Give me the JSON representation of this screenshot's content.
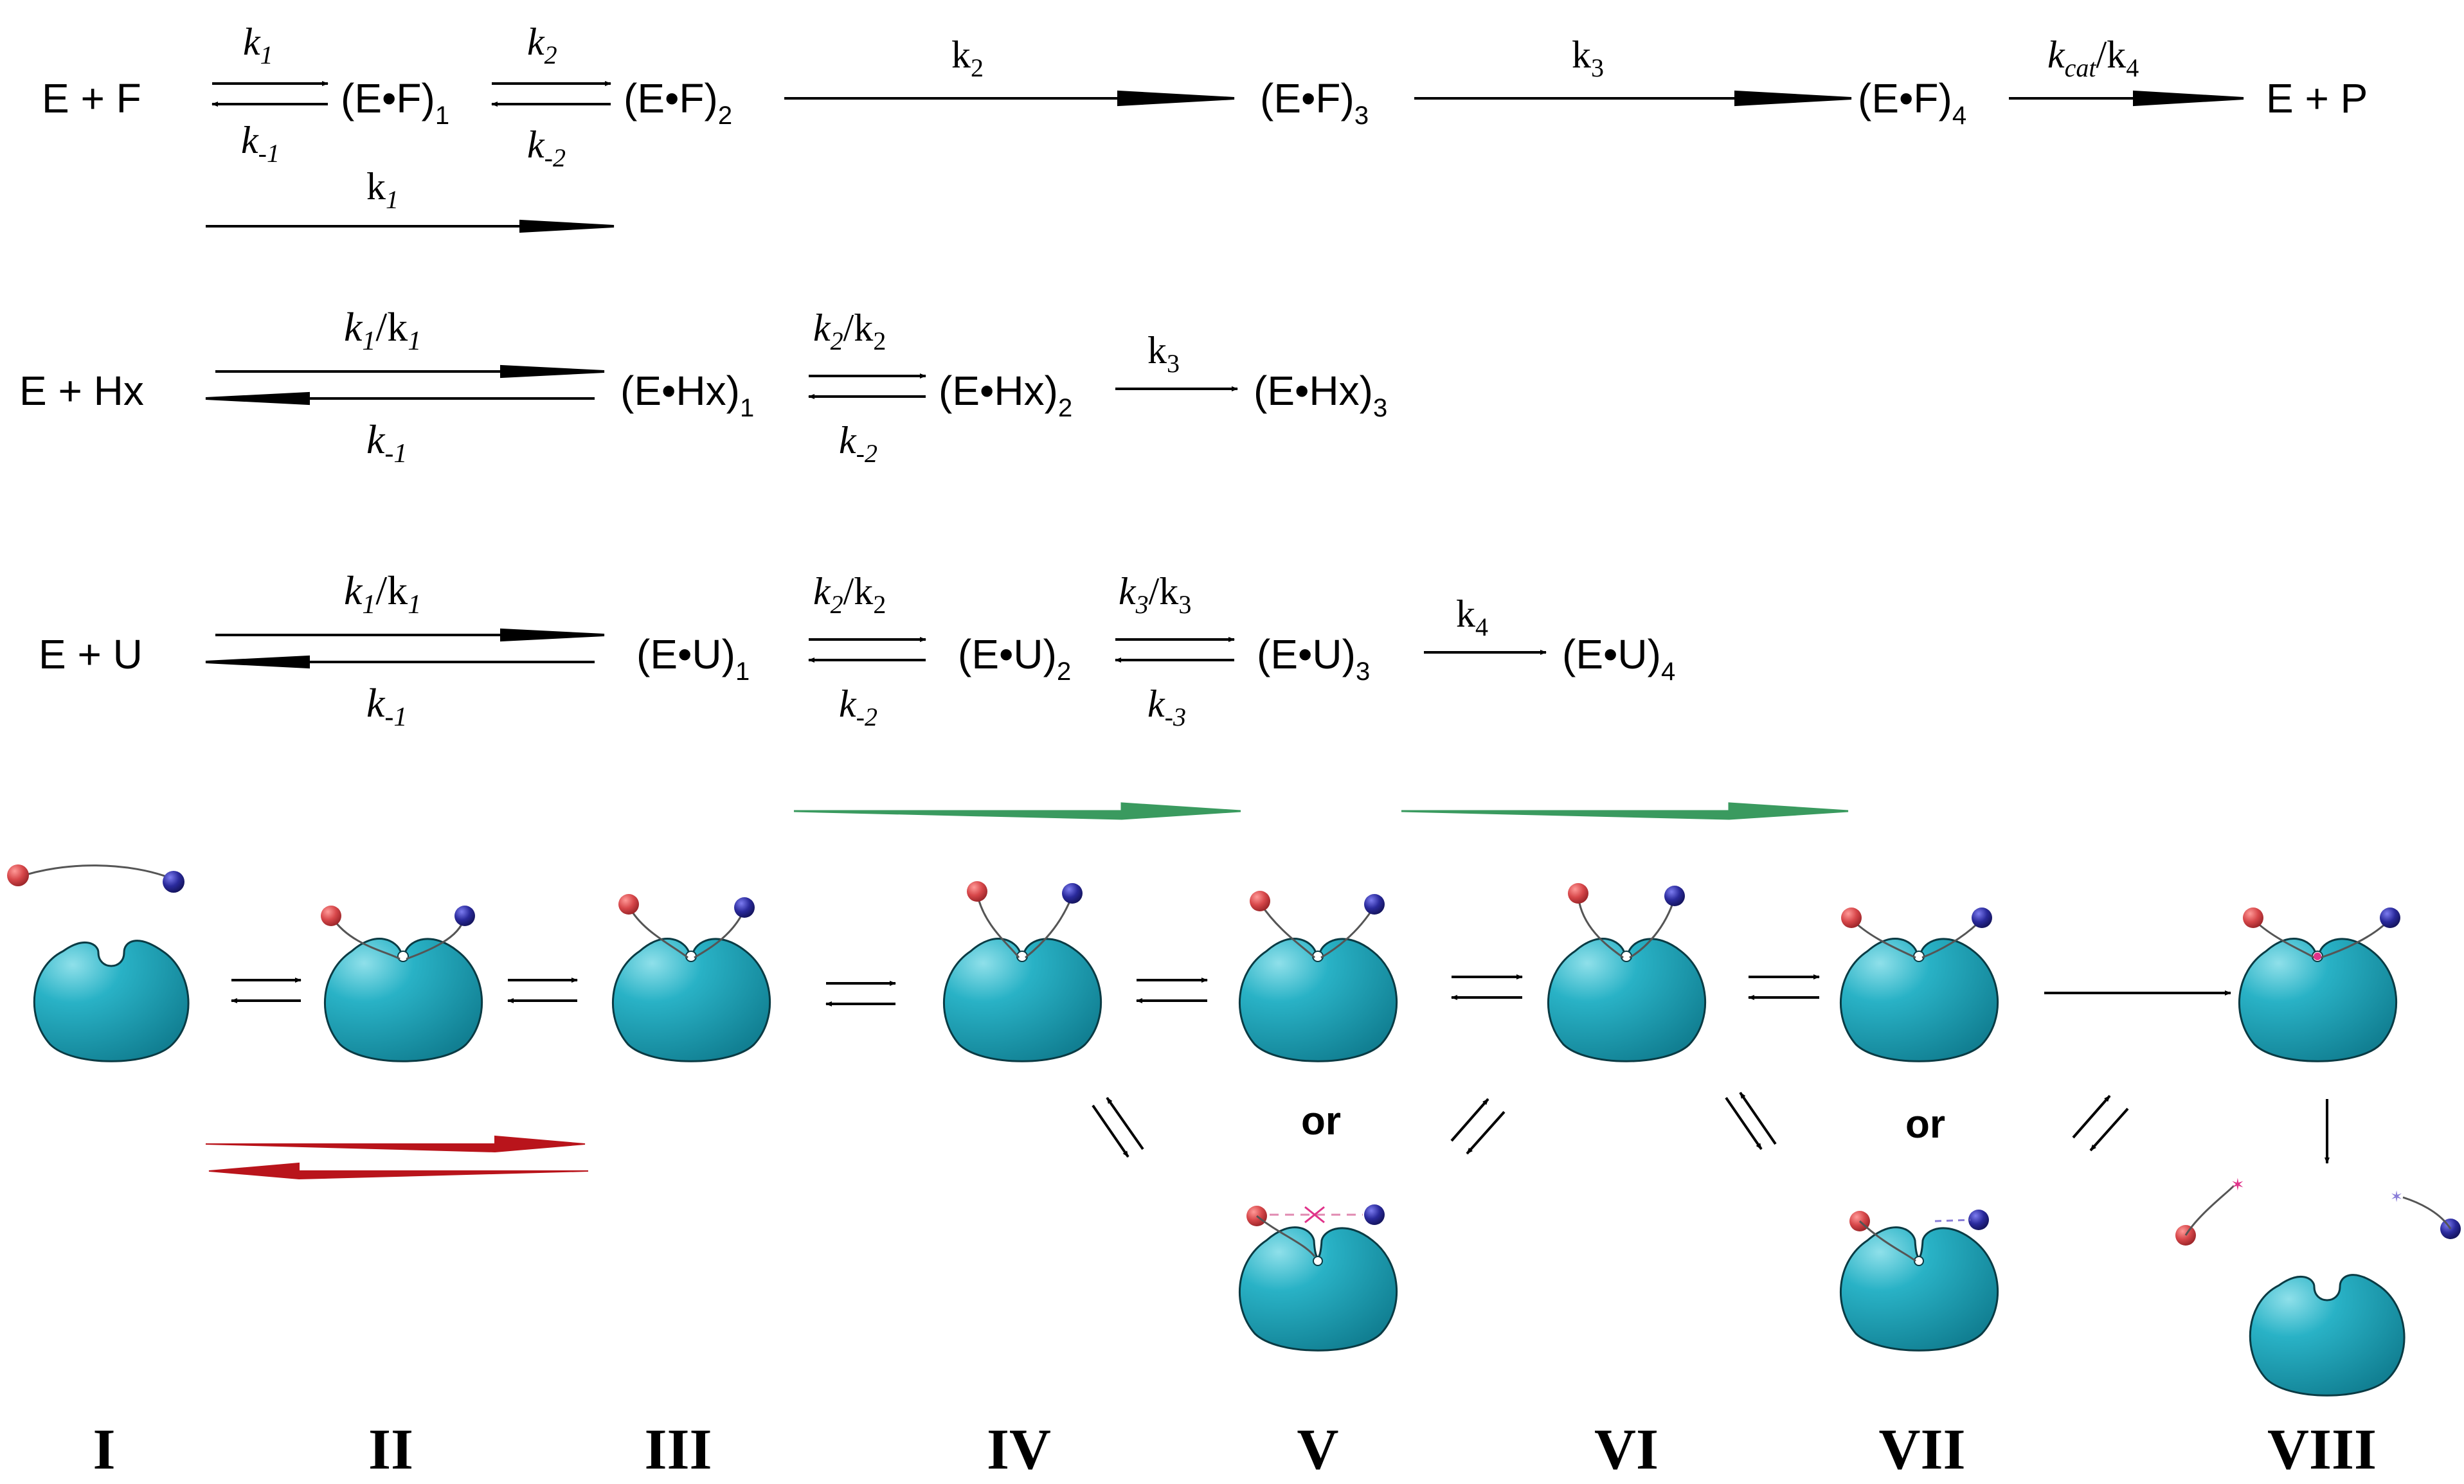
{
  "colors": {
    "enzyme_fill": "#1a9fb4",
    "enzyme_stroke": "#0a3b44",
    "red_bead": "#d7474a",
    "blue_bead": "#2a2a9c",
    "green_arrow": "#3a9a5f",
    "red_arrow": "#b9141b",
    "black": "#000000",
    "pink_marker": "#e0338a"
  },
  "scheme_F": {
    "start": "E + F",
    "s1": "(E•F)",
    "s1_sub": "1",
    "s2": "(E•F)",
    "s2_sub": "2",
    "s3": "(E•F)",
    "s3_sub": "3",
    "s4": "(E•F)",
    "s4_sub": "4",
    "end": "E + P",
    "k1_fwd": "k",
    "k1_fwd_sub": "1",
    "k1_rev": "k",
    "k1_rev_sub": "-1",
    "k2_fwd": "k",
    "k2_fwd_sub": "2",
    "k2_rev": "k",
    "k2_rev_sub": "-2",
    "k2_long": "k",
    "k2_long_sub": "2",
    "k3_long": "k",
    "k3_long_sub": "3",
    "kcat_k": "k",
    "kcat_sub": "cat",
    "kcat_slash": "/k",
    "kcat_k4_sub": "4",
    "k1_under": "k",
    "k1_under_sub": "1"
  },
  "scheme_Hx": {
    "start": "E + Hx",
    "s1": "(E•Hx)",
    "s1_sub": "1",
    "s2": "(E•Hx)",
    "s2_sub": "2",
    "s3": "(E•Hx)",
    "s3_sub": "3",
    "k1_a": "k",
    "k1_a_sub": "1",
    "k1_slash": "/k",
    "k1_b_sub": "1",
    "km1": "k",
    "km1_sub": "-1",
    "k2_a": "k",
    "k2_a_sub": "2",
    "k2_slash": "/k",
    "k2_b_sub": "2",
    "km2": "k",
    "km2_sub": "-2",
    "k3": "k",
    "k3_sub": "3"
  },
  "scheme_U": {
    "start": "E + U",
    "s1": "(E•U)",
    "s1_sub": "1",
    "s2": "(E•U)",
    "s2_sub": "2",
    "s3": "(E•U)",
    "s3_sub": "3",
    "s4": "(E•U)",
    "s4_sub": "4",
    "k1_a": "k",
    "k1_a_sub": "1",
    "k1_slash": "/k",
    "k1_b_sub": "1",
    "km1": "k",
    "km1_sub": "-1",
    "k2_a": "k",
    "k2_a_sub": "2",
    "k2_slash": "/k",
    "k2_b_sub": "2",
    "km2": "k",
    "km2_sub": "-2",
    "k3_a": "k",
    "k3_a_sub": "3",
    "k3_slash": "/k",
    "k3_b_sub": "3",
    "km3": "k",
    "km3_sub": "-3",
    "k4": "k",
    "k4_sub": "4"
  },
  "or_labels": [
    "or",
    "or"
  ],
  "states": [
    "I",
    "II",
    "III",
    "IV",
    "V",
    "VI",
    "VII",
    "VIII"
  ]
}
